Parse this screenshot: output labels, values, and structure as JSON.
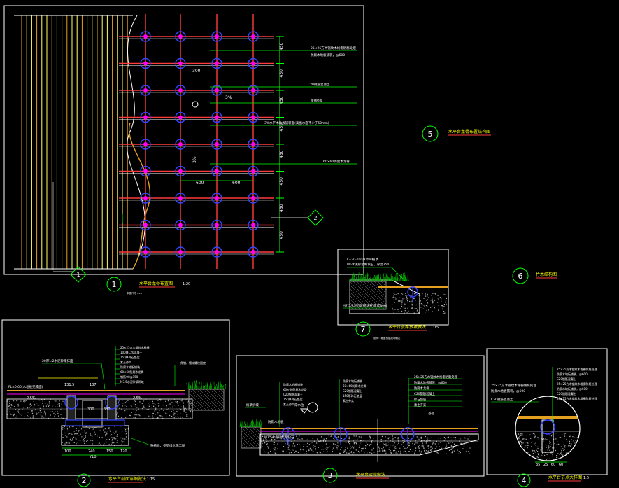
{
  "drawing": {
    "background": "#000000",
    "colors": {
      "frame": "#ffffff",
      "grid": "#ff3b3b",
      "node": "#3344ff",
      "leader": "#00ff00",
      "dim": "#ffff00",
      "plank": "#e6a020",
      "gravel": "#aaaaaa",
      "grass": "#00aa00",
      "magenta": "#ff00ff"
    },
    "views": [
      {
        "key": "v1",
        "num": "1",
        "title": "水平台龙骨布置图",
        "scale": "1:20",
        "note": "本图尺寸 mm"
      },
      {
        "key": "v2",
        "num": "2",
        "title": "水平台剖面详细做法",
        "scale": "1:15"
      },
      {
        "key": "v3",
        "num": "3",
        "title": "水平台驳岸做法",
        "scale": ""
      },
      {
        "key": "v4",
        "num": "4",
        "title": "水平台节点大样图",
        "scale": "1:5"
      },
      {
        "key": "v5",
        "num": "5",
        "title": "水平台龙骨布置结构图",
        "scale": ""
      },
      {
        "key": "v6",
        "num": "6",
        "title": "竹木结构图",
        "scale": ""
      },
      {
        "key": "v7",
        "num": "7",
        "title": "水平台驳岸放坡做法",
        "scale": "1:15",
        "note": "说明：坡度根据现场确定"
      }
    ],
    "plan": {
      "dims_right": [
        "450",
        "450",
        "450",
        "450",
        "450",
        "450",
        "450",
        "450"
      ],
      "dims_inner": [
        "300",
        "600",
        "600"
      ],
      "slope": "3%",
      "section_marks": [
        "1",
        "2"
      ],
      "callouts": [
        "25×25方木锯纹木格栅防腐处理",
        "防腐木地板铺装，@600",
        "C20钢筋混凝土",
        "角钢Φ板",
        "3%水平木地板铺装面(高出水面不少于50mm)",
        "60×60防腐木龙骨"
      ]
    },
    "detail2": {
      "level": "FL±0.00(木地板完成面)",
      "dims": [
        "131.5",
        "137",
        "300",
        "380",
        "100",
        "240",
        "150",
        "120"
      ],
      "total": "710",
      "slope": "2.5%",
      "callouts": [
        "20厚1:2水泥砂浆抹面",
        "25×25方木锯纹木格栅",
        "100厚C20混凝土",
        "150厚碎石垫层",
        "素土夯实",
        "防腐木地板铺装",
        "60×60防腐木龙骨",
        "钢筋Φ8@150",
        "M7.5水泥砂浆砌筑",
        "角钢、镀锌螺栓固定"
      ],
      "bottom_note": "种植池，参见绿化施工图"
    },
    "detail3": {
      "callouts_left": [
        "植草护坡",
        "防腐木地板",
        "M7.5水泥砂浆砌块石"
      ],
      "callouts_mid": [
        "防腐木地板铺装",
        "60×60防腐木龙骨",
        "C20钢筋混凝土",
        "150厚碎石垫层",
        "素土夯实"
      ],
      "callouts_right": [
        "25×25方木锯纹木格栅防腐处理",
        "防腐木地板铺装，@600",
        "防腐木龙骨",
        "C20钢筋混凝土",
        "碎石垫层",
        "素土夯实"
      ],
      "labels": [
        "常水位",
        "基础",
        "±0.00",
        "-0.50",
        "-0.80"
      ]
    },
    "detail4": {
      "callouts": [
        "25×25方木锯纹木格栅防腐处理",
        "防腐木地板铺装，@600",
        "C20钢筋混凝土"
      ],
      "dims": [
        "35",
        "25",
        "60",
        "60"
      ]
    },
    "detail7": {
      "callouts": [
        "L=30-100厚草坪植草",
        "M5水泥砂浆砌块石，厚度350",
        "M7.5水泥砂浆砌块石(厚度300)"
      ],
      "dim": "100"
    }
  }
}
